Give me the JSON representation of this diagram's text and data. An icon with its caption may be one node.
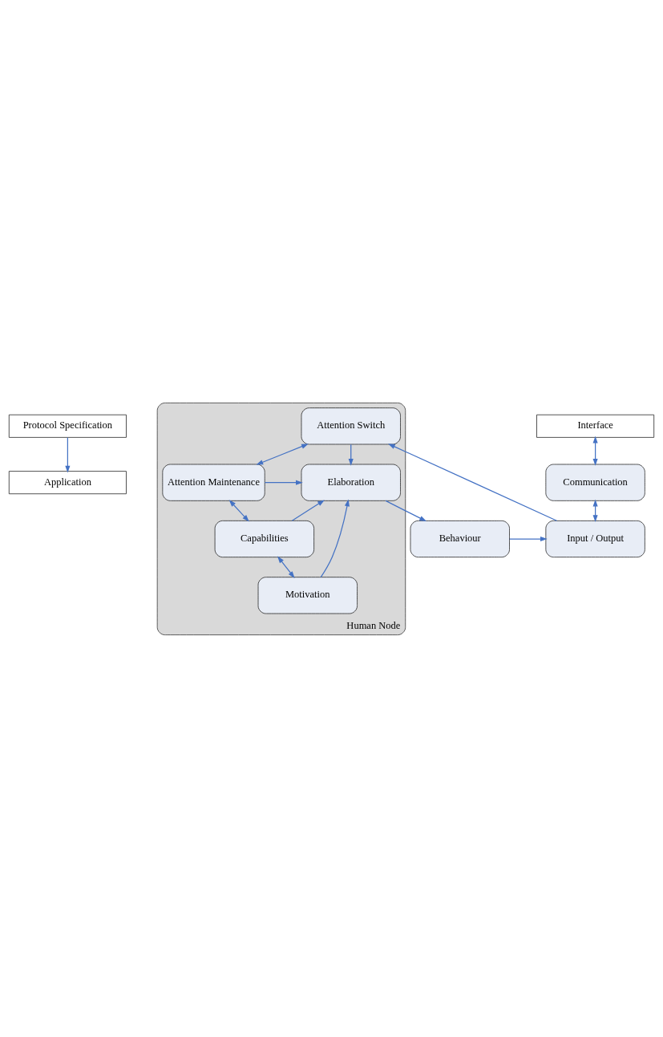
{
  "diagram": {
    "nodes": [
      {
        "text": [
          "Protocol Specification"
        ]
      },
      {
        "text": [
          "Application"
        ]
      },
      {
        "text": [
          "Interface"
        ]
      },
      {
        "text": [
          "Communication"
        ]
      },
      {
        "text": [
          "Human Node"
        ]
      },
      {
        "text": [
          "Input / Output"
        ]
      },
      {
        "text": [
          "Behaviour"
        ]
      },
      {
        "text": [
          "Attention Switch"
        ],
        "in": 4
      },
      {
        "text": [
          "Attention Maintenance"
        ],
        "in": 4
      },
      {
        "text": [
          "Elaboration"
        ],
        "in": 4
      },
      {
        "text": [
          "Capabilities"
        ],
        "in": 4
      },
      {
        "text": [
          "Motivation"
        ],
        "in": 4
      }
    ],
    "edges": [
      {
        "from": 0,
        "to": 1,
        "arrow": "to"
      },
      {
        "from": 2,
        "to": 3,
        "arrow": "both"
      },
      {
        "from": 3,
        "to": 5,
        "arrow": "both"
      },
      {
        "from": 6,
        "to": 5,
        "arrow": "to"
      },
      {
        "from": 5,
        "to": 7,
        "arrow": "to"
      },
      {
        "from": 7,
        "to": 9,
        "arrow": "to"
      },
      {
        "from": 7,
        "to": 8,
        "arrow": "both"
      },
      {
        "from": 8,
        "to": 9,
        "arrow": "to"
      },
      {
        "from": 8,
        "to": 10,
        "arrow": "both"
      },
      {
        "from": 10,
        "to": 9,
        "arrow": "to"
      },
      {
        "from": 10,
        "to": 11,
        "arrow": "both"
      },
      {
        "from": 11,
        "to": 9,
        "arrow": "to"
      },
      {
        "from": 9,
        "to": 6,
        "arrow": "to"
      }
    ]
  }
}
